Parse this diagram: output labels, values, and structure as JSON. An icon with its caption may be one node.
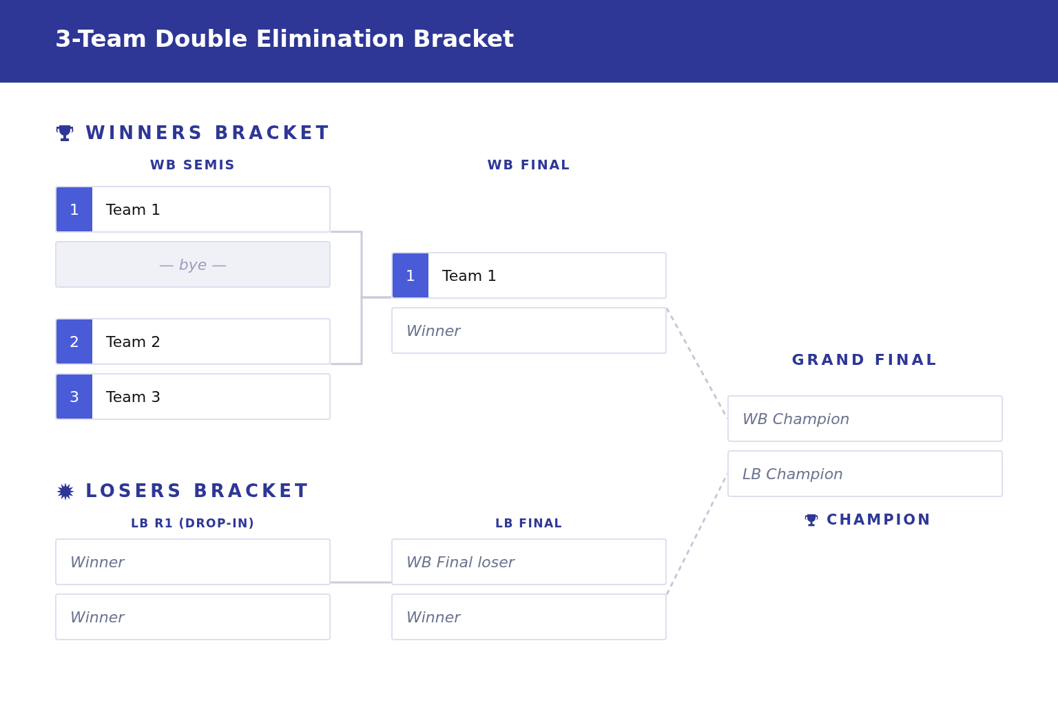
{
  "diagram": {
    "title": "3-Team Double Elimination Bracket",
    "nodes": [
      {
        "text": [
          "1",
          "Team 1"
        ]
      },
      {
        "text": [
          "— bye —"
        ]
      },
      {
        "text": [
          "2",
          "Team 2"
        ]
      },
      {
        "text": [
          "3",
          "Team 3"
        ]
      },
      {
        "text": [
          "1",
          "Team 1"
        ]
      },
      {
        "text": [
          "Winner"
        ]
      },
      {
        "text": [
          "WB Champion"
        ]
      },
      {
        "text": [
          "LB Champion"
        ]
      },
      {
        "text": [
          "Winner"
        ]
      },
      {
        "text": [
          "Winner"
        ]
      },
      {
        "text": [
          "WB Final loser"
        ]
      },
      {
        "text": [
          "Winner"
        ]
      }
    ],
    "edges": [
      {
        "from": 0,
        "to": 4,
        "arrow": "none"
      },
      {
        "from": 2,
        "to": 4,
        "arrow": "none"
      },
      {
        "from": 5,
        "to": 6,
        "arrow": "none",
        "style": "dashed",
        "color": "#c5c8dc"
      },
      {
        "from": 8,
        "to": 10,
        "arrow": "none"
      },
      {
        "from": 11,
        "to": 7,
        "arrow": "none",
        "style": "dashed",
        "color": "#c5c8dc"
      }
    ],
    "labels": [
      "WINNERS BRACKET",
      "WB SEMIS",
      "WB FINAL",
      "GRAND FINAL",
      "LOSERS BRACKET",
      "LB R1 (DROP-IN)",
      "LB FINAL",
      "CHAMPION"
    ]
  }
}
